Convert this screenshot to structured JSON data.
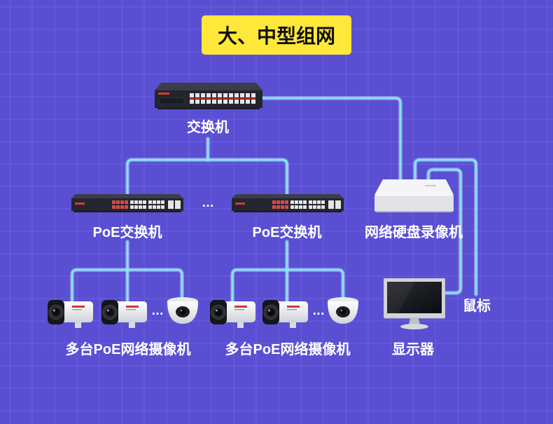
{
  "title": "大、中型组网",
  "ellipsis": "...",
  "nodes": {
    "core_switch": {
      "label": "交换机",
      "icon": "network-switch-icon"
    },
    "poe_switch_left": {
      "label": "PoE交换机",
      "icon": "poe-switch-icon"
    },
    "poe_switch_right": {
      "label": "PoE交换机",
      "icon": "poe-switch-icon"
    },
    "nvr": {
      "label": "网络硬盘录像机",
      "icon": "nvr-icon"
    },
    "cameras_left": {
      "label": "多台PoE网络摄像机",
      "icon": "ip-camera-icon"
    },
    "cameras_right": {
      "label": "多台PoE网络摄像机",
      "icon": "ip-camera-icon"
    },
    "monitor": {
      "label": "显示器",
      "icon": "monitor-icon"
    },
    "mouse": {
      "label": "鼠标"
    }
  },
  "colors": {
    "background": "#5a4fd3",
    "grid": "#6a61dd",
    "title_box": "#ffe83a",
    "link": "#86e4ff"
  }
}
